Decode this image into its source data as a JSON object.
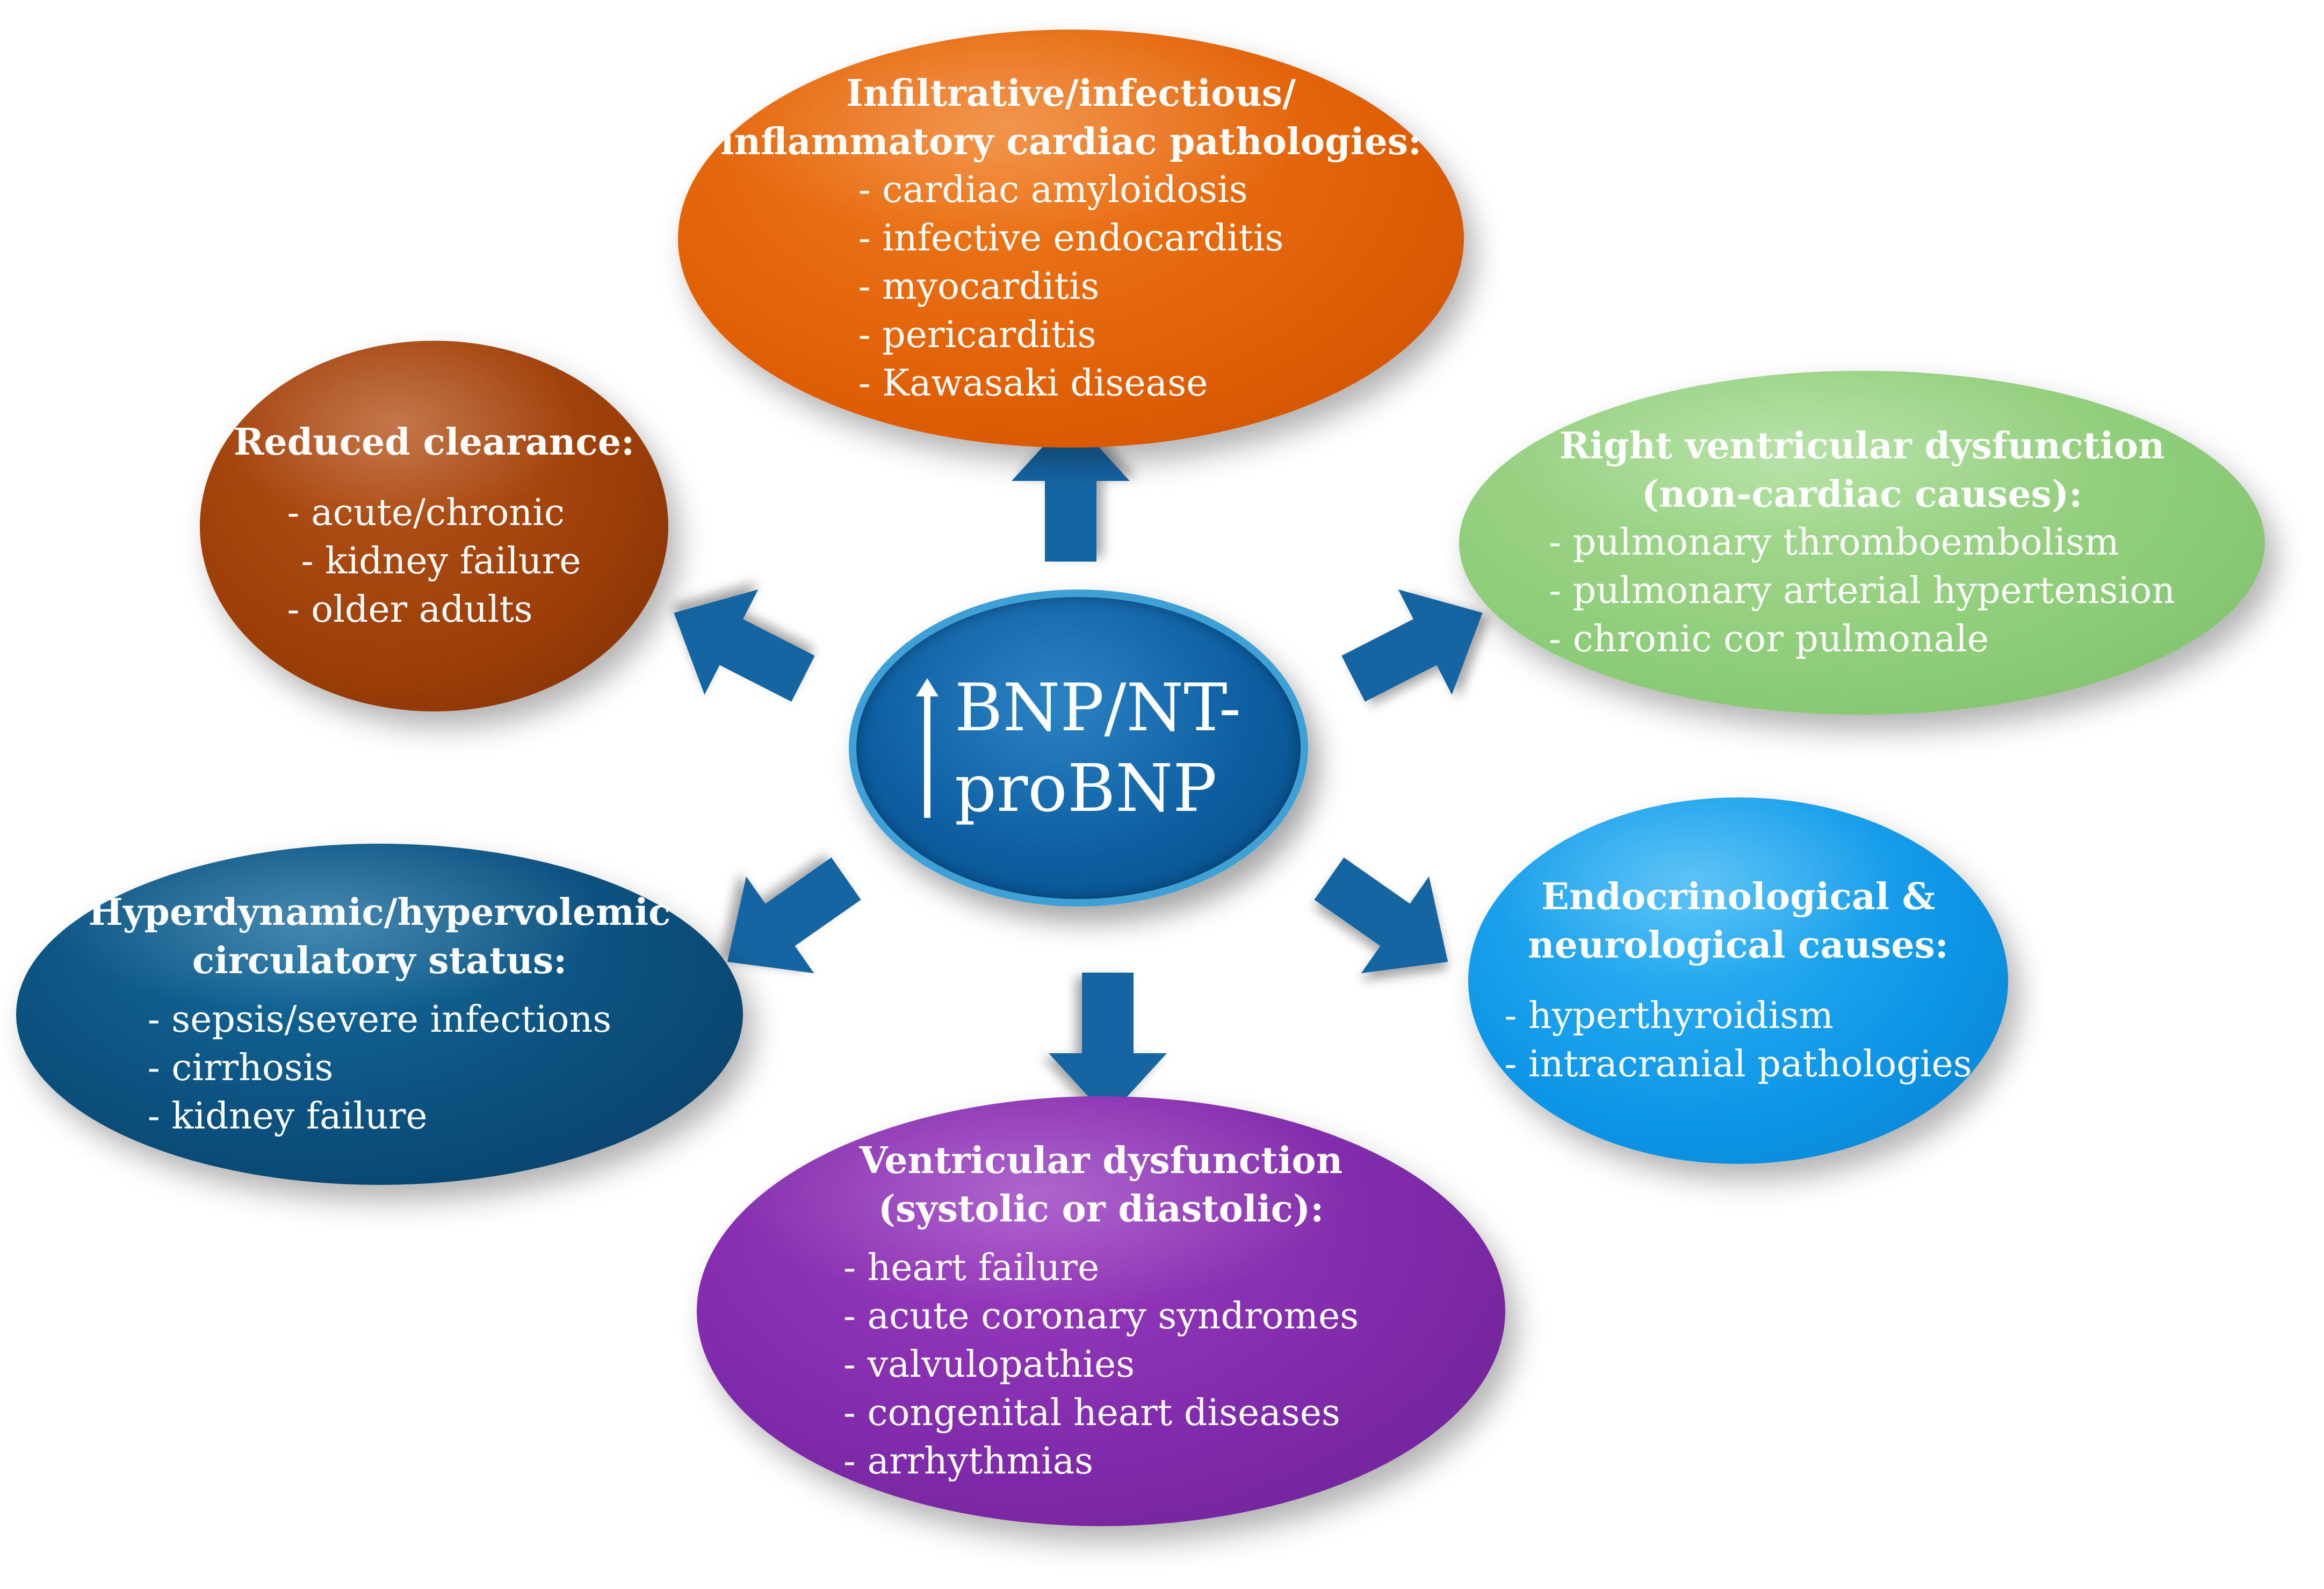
{
  "center": {
    "line1": "BNP/NT-",
    "line2": "proBNP",
    "icon": "up-arrow-icon"
  },
  "nodes": {
    "orange": {
      "title": [
        "Infiltrative/infectious/",
        "inflammatory cardiac pathologies:"
      ],
      "items": [
        "cardiac amyloidosis",
        "infective endocarditis",
        "myocarditis",
        "pericarditis",
        "Kawasaki disease"
      ]
    },
    "brown": {
      "title": [
        "Reduced clearance:"
      ],
      "items": [
        "acute/chronic",
        "older adults"
      ],
      "continuation": "kidney failure"
    },
    "green": {
      "title": [
        "Right ventricular dysfunction",
        "(non-cardiac causes):"
      ],
      "items": [
        "pulmonary thromboembolism",
        "pulmonary arterial hypertension",
        "chronic cor pulmonale"
      ]
    },
    "navy": {
      "title": [
        "Hyperdynamic/hypervolemic",
        "circulatory status:"
      ],
      "items": [
        "sepsis/severe infections",
        "cirrhosis",
        "kidney failure"
      ]
    },
    "cyan": {
      "title": [
        "Endocrinological &",
        "neurological causes:"
      ],
      "items": [
        "hyperthyroidism",
        "intracranial pathologies"
      ]
    },
    "purple": {
      "title": [
        "Ventricular dysfunction",
        "(systolic or diastolic):"
      ],
      "items": [
        "heart failure",
        "acute coronary syndromes",
        "valvulopathies",
        "congenital heart diseases",
        "arrhythmias"
      ]
    }
  },
  "colors": {
    "arrow": "#1565a3",
    "orange": "#e05f05",
    "brown": "#9c3e08",
    "green": "#8dcc78",
    "navy": "#0b4d7a",
    "cyan": "#0d95e6",
    "purple": "#7e2aa8",
    "center": "#0d5fa2"
  }
}
